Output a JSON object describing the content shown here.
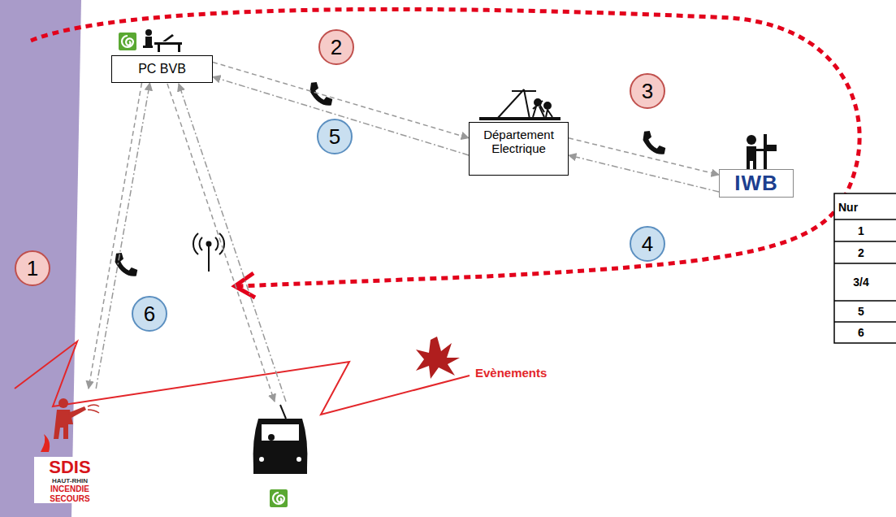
{
  "diagram": {
    "nodes": [
      {
        "text": [
          "PC BVB"
        ]
      },
      {
        "text": [
          "Département Electrique"
        ]
      },
      {
        "text": [
          "IWB"
        ]
      },
      {
        "text": [
          "SDIS",
          "HAUT-RHIN",
          "INCENDIE SECOURS"
        ]
      }
    ],
    "edges": [
      {
        "from": 0,
        "to": 1,
        "arrow": "to"
      },
      {
        "from": 1,
        "to": 0,
        "arrow": "to"
      },
      {
        "from": 1,
        "to": 2,
        "arrow": "to"
      },
      {
        "from": 2,
        "to": 1,
        "arrow": "to"
      },
      {
        "from": 0,
        "to": 3,
        "arrow": "to"
      },
      {
        "from": 3,
        "to": 0,
        "arrow": "to"
      }
    ],
    "labels": [
      "1",
      "2",
      "3",
      "4",
      "5",
      "6",
      "Evènements",
      "Nur",
      "1",
      "2",
      "3/4",
      "5",
      "6"
    ]
  }
}
